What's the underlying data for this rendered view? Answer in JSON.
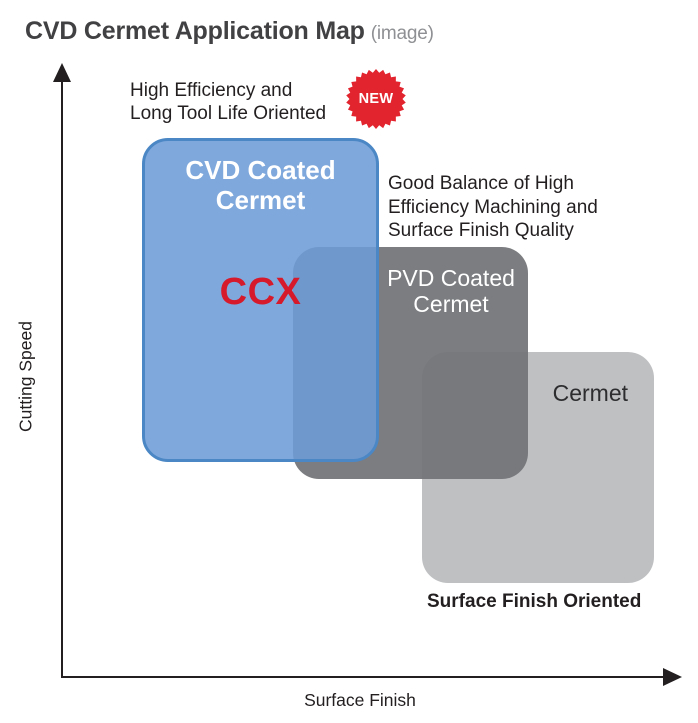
{
  "title": {
    "main": "CVD Cermet Application Map",
    "suffix": "(image)"
  },
  "axes": {
    "y_label": "Cutting Speed",
    "x_label": "Surface Finish"
  },
  "annotations": {
    "high_efficiency": "High Efficiency and\nLong Tool Life Oriented",
    "good_balance": "Good Balance of High\nEfficiency Machining and\nSurface Finish Quality",
    "surface_finish_oriented": "Surface Finish Oriented"
  },
  "badge": {
    "label": "NEW",
    "color": "#E2242F"
  },
  "regions": [
    {
      "id": "cvd-coated-cermet",
      "label": "CVD Coated\nCermet",
      "grade": "CCX",
      "fill": "#7CA6DB",
      "border": "#4B87C5",
      "grade_color": "#D6192B",
      "position_hint": "high cutting speed, lower surface finish"
    },
    {
      "id": "pvd-coated-cermet",
      "label": "PVD Coated\nCermet",
      "fill": "#7B7D80",
      "position_hint": "middle of map"
    },
    {
      "id": "cermet",
      "label": "Cermet",
      "fill": "#BFC0C2",
      "position_hint": "lower cutting speed, high surface finish"
    }
  ],
  "colors": {
    "title_text": "#414042",
    "title_suffix_text": "#8E9093",
    "axis": "#231F20",
    "body_text": "#231F20"
  }
}
